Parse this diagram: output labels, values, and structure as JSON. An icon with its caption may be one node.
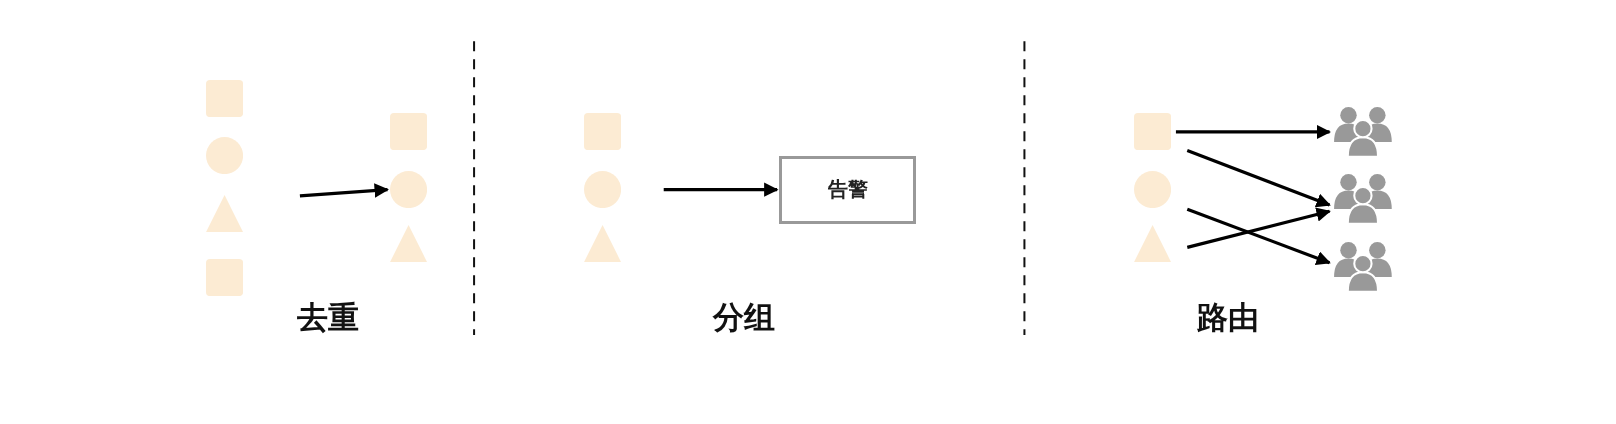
{
  "diagram": {
    "nodes": [
      {
        "text": [],
        "shape": "box"
      },
      {
        "text": [],
        "shape": "circle"
      },
      {
        "text": [],
        "shape": "triangle"
      },
      {
        "text": [],
        "shape": "box"
      },
      {
        "text": [],
        "shape": "box"
      },
      {
        "text": [],
        "shape": "circle"
      },
      {
        "text": [],
        "shape": "triangle"
      },
      {
        "text": [],
        "shape": "box"
      },
      {
        "text": [],
        "shape": "circle"
      },
      {
        "text": [],
        "shape": "triangle"
      },
      {
        "text": [
          "告警"
        ]
      },
      {
        "text": [],
        "shape": "box"
      },
      {
        "text": [],
        "shape": "circle"
      },
      {
        "text": [],
        "shape": "triangle"
      },
      {
        "text": [],
        "shape": "person"
      },
      {
        "text": [],
        "shape": "person"
      },
      {
        "text": [],
        "shape": "person"
      }
    ],
    "edges": [
      {
        "from": null,
        "to": 5,
        "arrow": "to"
      },
      {
        "from": null,
        "to": 10,
        "arrow": "to"
      },
      {
        "from": 11,
        "to": 14,
        "arrow": "to"
      },
      {
        "from": 11,
        "to": 15,
        "arrow": "to"
      },
      {
        "from": 12,
        "to": 16,
        "arrow": "to"
      },
      {
        "from": 13,
        "to": 15,
        "arrow": "to"
      }
    ],
    "labels": [
      "去重",
      "分组",
      "路由"
    ]
  }
}
